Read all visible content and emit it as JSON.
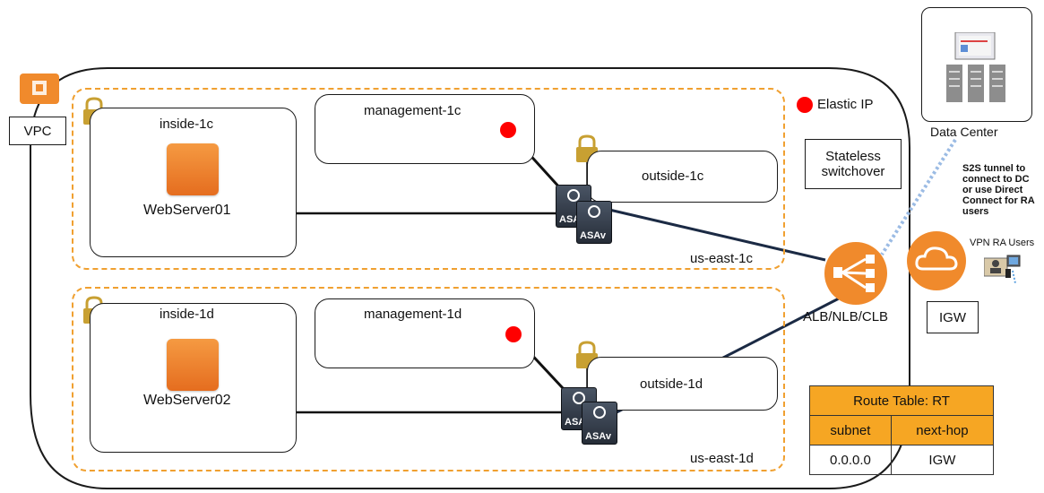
{
  "vpc": {
    "label": "VPC"
  },
  "legend": {
    "elastic_ip": "Elastic IP"
  },
  "zones": [
    {
      "name": "us-east-1c",
      "inside_label": "inside-1c",
      "server_label": "WebServer01",
      "management_label": "management-1c",
      "outside_label": "outside-1c",
      "asa_labels": [
        "ASA",
        "ASAv"
      ]
    },
    {
      "name": "us-east-1d",
      "inside_label": "inside-1d",
      "server_label": "WebServer02",
      "management_label": "management-1d",
      "outside_label": "outside-1d",
      "asa_labels": [
        "ASA",
        "ASAv"
      ]
    }
  ],
  "stateless": "Stateless switchover",
  "load_balancer": "ALB/NLB/CLB",
  "igw": "IGW",
  "data_center": "Data Center",
  "tunnel_note": "S2S tunnel to connect to DC or use Direct Connect for RA users",
  "vpn_users": "VPN RA Users",
  "route_table": {
    "title": "Route Table: RT",
    "headers": [
      "subnet",
      "next-hop"
    ],
    "rows": [
      [
        "0.0.0.0",
        "IGW"
      ]
    ]
  },
  "colors": {
    "aws_orange": "#f08a2c",
    "az_dashed": "#f0a030",
    "elastic_ip_red": "#ff0000",
    "table_header": "#f6a623",
    "lock_gold": "#c8a032",
    "asa_dark": "#2e3642"
  }
}
